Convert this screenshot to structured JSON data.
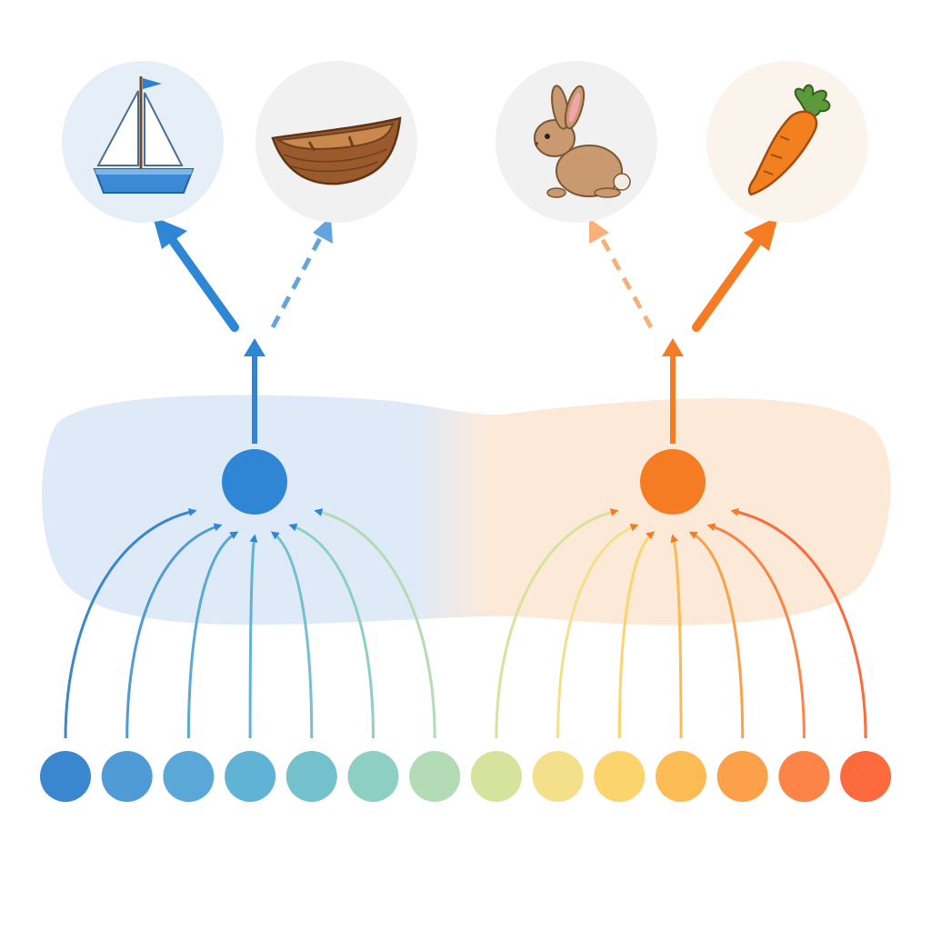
{
  "colors": {
    "left_accent": "#2f86d4",
    "right_accent": "#f57c22",
    "left_region": "#dde9f7",
    "right_region": "#fde8d6",
    "boat_ground": "#f1f1f1",
    "sailboat_ground": "#e6eef8",
    "rabbit_ground": "#f1f1f1",
    "carrot_ground": "#fbf4ec"
  },
  "input_node_colors": [
    "#3a87cf",
    "#4f9bd6",
    "#5aa8d8",
    "#61b3d6",
    "#74c0cc",
    "#8ecfc4",
    "#b2dbb6",
    "#d6e39c",
    "#f4e08a",
    "#fbd46e",
    "#fbbb55",
    "#fca14a",
    "#fc8448",
    "#fc6a3e"
  ],
  "outputs": [
    {
      "icon": "sailboat-icon",
      "side": "left",
      "link": "strong"
    },
    {
      "icon": "rowboat-icon",
      "side": "left",
      "link": "weak"
    },
    {
      "icon": "rabbit-icon",
      "side": "right",
      "link": "weak"
    },
    {
      "icon": "carrot-icon",
      "side": "right",
      "link": "strong"
    }
  ]
}
